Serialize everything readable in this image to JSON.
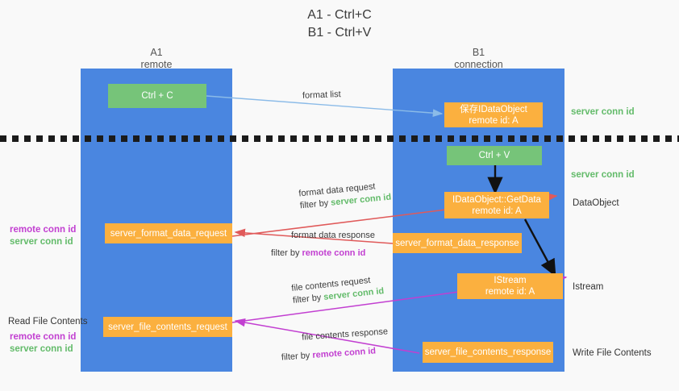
{
  "title": {
    "line1": "A1 - Ctrl+C",
    "line2": "B1 - Ctrl+V"
  },
  "columns": [
    {
      "id": "a1",
      "title": "A1",
      "subtitle": "remote",
      "color": "#4a86e0"
    },
    {
      "id": "b1",
      "title": "B1",
      "subtitle": "connection",
      "color": "#4a86e0"
    }
  ],
  "nodes": {
    "ctrl_c": {
      "label": "Ctrl + C",
      "color": "#76c479"
    },
    "idataobject_store": {
      "label": "保存IDataObject",
      "sublabel": "remote id: A",
      "color": "#fbb03f"
    },
    "ctrl_v": {
      "label": "Ctrl + V",
      "color": "#76c479"
    },
    "idataobject_getdata": {
      "label": "IDataObject::GetData",
      "sublabel": "remote id: A",
      "color": "#fbb03f"
    },
    "server_format_data_request": {
      "label": "server_format_data_request",
      "color": "#fbb03f"
    },
    "server_format_data_response": {
      "label": "server_format_data_response",
      "color": "#fbb03f"
    },
    "istream": {
      "label": "IStream",
      "sublabel": "remote id: A",
      "color": "#fbb03f"
    },
    "server_file_contents_request": {
      "label": "server_file_contents_request",
      "color": "#fbb03f"
    },
    "server_file_contents_response": {
      "label": "server_file_contents_response",
      "color": "#fbb03f"
    }
  },
  "edges": [
    {
      "id": "format-list",
      "label": "format list",
      "filter_prefix": "",
      "filter_term": "",
      "filter_class": "",
      "color": "#8bbbe8"
    },
    {
      "id": "format-data-request",
      "label": "format data request",
      "filter_prefix": "filter by ",
      "filter_term": "server conn id",
      "filter_class": "green",
      "color": "#e05a5a"
    },
    {
      "id": "format-data-response",
      "label": "format data response",
      "filter_prefix": "filter by ",
      "filter_term": "remote conn id",
      "filter_class": "purple",
      "color": "#e05a5a"
    },
    {
      "id": "file-contents-request",
      "label": "file contents request",
      "filter_prefix": "filter by ",
      "filter_term": "server conn id",
      "filter_class": "green",
      "color": "#c23fd1"
    },
    {
      "id": "file-contents-response",
      "label": "file contents response",
      "filter_prefix": "filter by ",
      "filter_term": "remote conn id",
      "filter_class": "purple",
      "color": "#c23fd1"
    }
  ],
  "right_labels": [
    {
      "id": "server-conn-id-1",
      "text": "server conn id",
      "style": "green"
    },
    {
      "id": "server-conn-id-2",
      "text": "server conn id",
      "style": "green"
    },
    {
      "id": "dataobject",
      "text": "DataObject",
      "style": "plain"
    },
    {
      "id": "istream",
      "text": "Istream",
      "style": "plain"
    },
    {
      "id": "write-file",
      "text": "Write File Contents",
      "style": "plain"
    }
  ],
  "left_labels": [
    {
      "id": "mid-remote",
      "text": "remote conn id",
      "style": "purple"
    },
    {
      "id": "mid-server",
      "text": "server conn id",
      "style": "green"
    },
    {
      "id": "read-file",
      "text": "Read File Contents",
      "style": "plain"
    },
    {
      "id": "bot-remote",
      "text": "remote conn id",
      "style": "purple"
    },
    {
      "id": "bot-server",
      "text": "server conn id",
      "style": "green"
    }
  ],
  "colors": {
    "column_blue": "#4a86e0",
    "node_green": "#76c479",
    "node_orange": "#fbb03f",
    "accent_green_text": "#63bb6a",
    "accent_purple_text": "#c23fd1",
    "arrow_red": "#e05a5a",
    "arrow_magenta": "#c23fd1",
    "arrow_lightblue": "#8bbbe8",
    "arrow_black": "#000000",
    "background": "#f9f9f9"
  }
}
